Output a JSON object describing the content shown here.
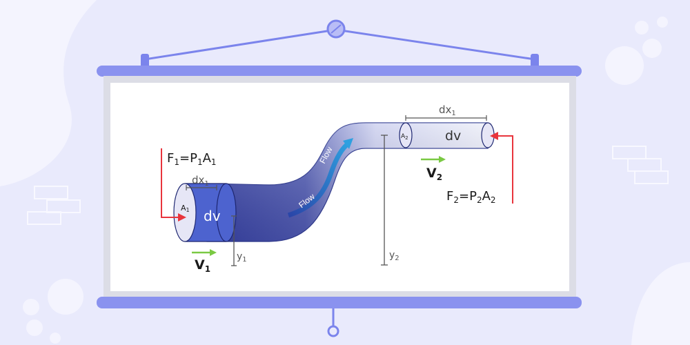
{
  "diagram": {
    "left": {
      "force_label": {
        "F": "F",
        "s1": "1",
        "eq": "=P",
        "s2": "1",
        "A": "A",
        "s3": "1"
      },
      "area_label": {
        "A": "A",
        "sub": "1"
      },
      "dx_label": {
        "dx": "dx",
        "sub": "1"
      },
      "volume_label": "dv",
      "velocity_label": {
        "V": "V",
        "sub": "1"
      },
      "height_label": {
        "y": "y",
        "sub": "1"
      }
    },
    "right": {
      "force_label": {
        "F": "F",
        "s1": "2",
        "eq": "=P",
        "s2": "2",
        "A": "A",
        "s3": "2"
      },
      "area_label": {
        "A": "A",
        "sub": "2"
      },
      "dx_label": {
        "dx": "dx",
        "sub": "1"
      },
      "volume_label": "dv",
      "velocity_label": {
        "V": "V",
        "sub": "2"
      },
      "height_label": {
        "y": "y",
        "sub": "2"
      }
    },
    "flow_labels": [
      "Flow",
      "Flow"
    ],
    "colors": {
      "force_arrow": "#e8343c",
      "velocity_arrow": "#7ac943",
      "pipe_dark": "#3a45a8",
      "dv_fill": "#4d63cf",
      "frame": "#8a92ef",
      "flow_arrow": "#2a7fd0"
    }
  }
}
